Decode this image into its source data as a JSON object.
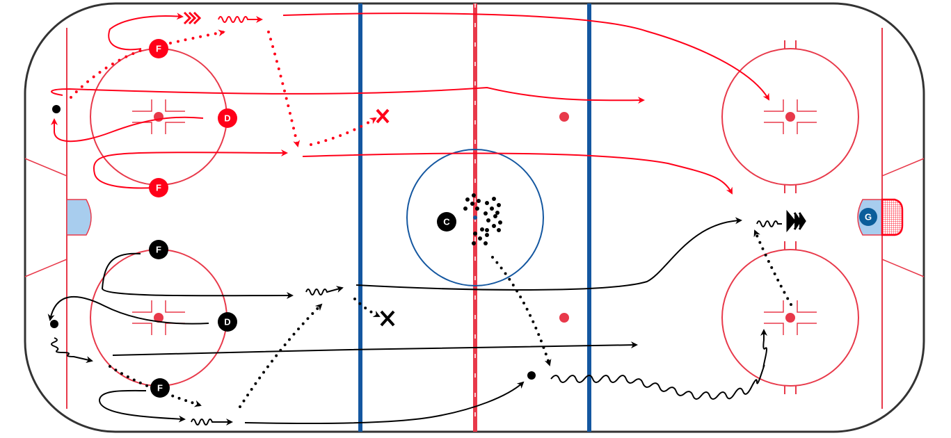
{
  "diagram": {
    "type": "hockey-drill",
    "colors": {
      "team_red": "#ff0019",
      "team_black": "#000000",
      "rink_red": "#e8394a",
      "blue_line": "#1457a0",
      "crease": "#a8cdee",
      "goalie": "#0a5d9a",
      "board": "#333333"
    },
    "players": {
      "red_f_top": "F",
      "red_d": "D",
      "red_f_bottom": "F",
      "black_f_top": "F",
      "black_d": "D",
      "black_f_bottom": "F",
      "coach": "C",
      "goalie": "G"
    }
  }
}
